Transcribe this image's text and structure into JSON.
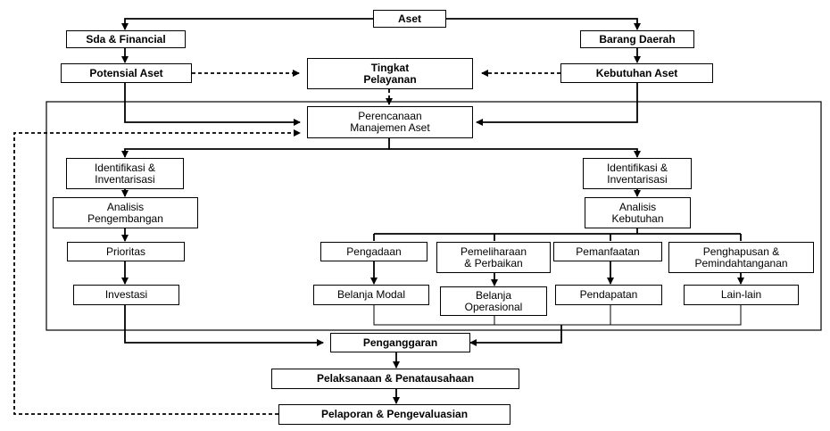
{
  "nodes": {
    "aset": "Aset",
    "sda_financial": "Sda & Financial",
    "barang_daerah": "Barang Daerah",
    "potensial_aset": "Potensial Aset",
    "tingkat_pelayanan": "Tingkat\nPelayanan",
    "kebutuhan_aset": "Kebutuhan Aset",
    "perencanaan": "Perencanaan\nManajemen Aset",
    "identifikasi_left": "Identifikasi &\nInventarisasi",
    "analisis_pengembangan": "Analisis\nPengembangan",
    "prioritas": "Prioritas",
    "investasi": "Investasi",
    "identifikasi_right": "Identifikasi &\nInventarisasi",
    "analisis_kebutuhan": "Analisis\nKebutuhan",
    "pengadaan": "Pengadaan",
    "pemeliharaan": "Pemeliharaan\n& Perbaikan",
    "pemanfaatan": "Pemanfaatan",
    "penghapusan": "Penghapusan &\nPemindahtanganan",
    "belanja_modal": "Belanja Modal",
    "belanja_operasional": "Belanja\nOperasional",
    "pendapatan": "Pendapatan",
    "lain_lain": "Lain-lain",
    "penganggaran": "Penganggaran",
    "pelaksanaan": "Pelaksanaan & Penatausahaan",
    "pelaporan": "Pelaporan & Pengevaluasian"
  }
}
